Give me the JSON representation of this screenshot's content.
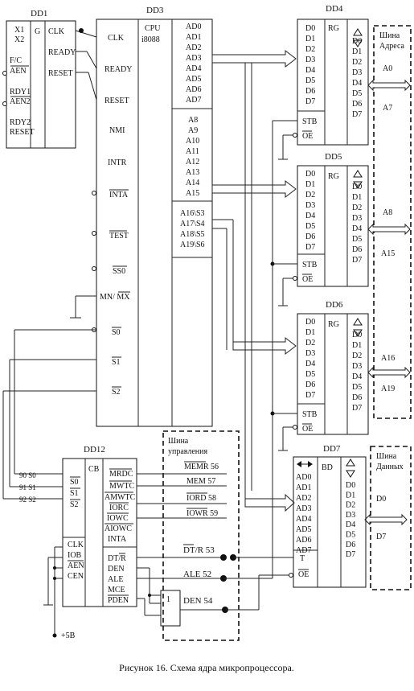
{
  "caption": "Рисунок 16. Схема ядра микропроцессора.",
  "dd1": {
    "name": "DD1",
    "left_pins": [
      "X1",
      "X2",
      "F/C",
      "AEN",
      "RDY1",
      "AEN2",
      "RDY2",
      "RESET"
    ],
    "type_label": "G",
    "right_pins": [
      "CLK",
      "READY",
      "RESET"
    ]
  },
  "dd3": {
    "name": "DD3",
    "left_pins": [
      "CLK",
      "READY",
      "RESET",
      "NMI",
      "INTR",
      "INTA",
      "TEST",
      "SS0",
      "MN/ MX",
      "S0",
      "S1",
      "S2"
    ],
    "type_label": "CPU",
    "type_label2": "i8088",
    "right_pins_a": [
      "AD0",
      "AD1",
      "AD2",
      "AD3",
      "AD4",
      "AD5",
      "AD6",
      "AD7"
    ],
    "right_pins_b": [
      "A8",
      "A9",
      "A10",
      "A11",
      "A12",
      "A13",
      "A14",
      "A15"
    ],
    "right_pins_c": [
      "A16\\S3",
      "A17\\S4",
      "A18\\S5",
      "A19\\S6"
    ]
  },
  "dd4": {
    "name": "DD4",
    "in_pins": [
      "D0",
      "D1",
      "D2",
      "D3",
      "D4",
      "D5",
      "D6",
      "D7"
    ],
    "type_label": "RG",
    "out_pins": [
      "D0",
      "D1",
      "D2",
      "D3",
      "D4",
      "D5",
      "D6",
      "D7"
    ],
    "ctl": [
      "STB",
      "OE"
    ]
  },
  "dd5": {
    "name": "DD5",
    "in_pins": [
      "D0",
      "D1",
      "D2",
      "D3",
      "D4",
      "D5",
      "D6",
      "D7"
    ],
    "type_label": "RG",
    "out_pins": [
      "D0",
      "D1",
      "D2",
      "D3",
      "D4",
      "D5",
      "D6",
      "D7"
    ],
    "ctl": [
      "STB",
      "OE"
    ]
  },
  "dd6": {
    "name": "DD6",
    "in_pins": [
      "D0",
      "D1",
      "D2",
      "D3",
      "D4",
      "D5",
      "D6",
      "D7"
    ],
    "type_label": "RG",
    "out_pins": [
      "D0",
      "D1",
      "D2",
      "D3",
      "D4",
      "D5",
      "D6",
      "D7"
    ],
    "ctl": [
      "STB",
      "OE"
    ]
  },
  "dd7": {
    "name": "DD7",
    "in_pins": [
      "AD0",
      "AD1",
      "AD2",
      "AD3",
      "AD4",
      "AD5",
      "AD6",
      "AD7"
    ],
    "type_label": "BD",
    "out_pins": [
      "D0",
      "D1",
      "D2",
      "D3",
      "D4",
      "D5",
      "D6",
      "D7"
    ],
    "ctl": [
      "T",
      "OE"
    ]
  },
  "dd12": {
    "name": "DD12",
    "s_pins": [
      "S0",
      "S1",
      "S2"
    ],
    "s_nums": [
      "90 S0",
      "91 S1",
      "92 S2"
    ],
    "type_label": "CB",
    "ctl_in": [
      "CLK",
      "IOB",
      "AEN",
      "CEN"
    ],
    "out_cmd": [
      "MRDC",
      "MWTC",
      "AMWTC",
      "IORC",
      "IOWC",
      "AIOWC",
      "INTA"
    ],
    "out_ctl": [
      "DT/R",
      "DEN",
      "ALE",
      "MCE",
      "PDEN"
    ]
  },
  "gate": {
    "label": "1"
  },
  "power": "+5B",
  "bus_addr": {
    "title1": "Шина",
    "title2": "Адреса",
    "a0": "A0",
    "a7": "A7",
    "a8": "A8",
    "a15": "A15",
    "a16": "A16",
    "a19": "A19"
  },
  "bus_ctl": {
    "title1": "Шина",
    "title2": "управления",
    "signals": [
      "MEMR 56",
      "MEM 57",
      "IORD 58",
      "IOWR 59"
    ]
  },
  "bus_data": {
    "title1": "Шина",
    "title2": "Данных",
    "d0": "D0",
    "d7": "D7"
  },
  "ctl_signals": [
    "DT/R 53",
    "ALE 52",
    "DEN 54"
  ]
}
